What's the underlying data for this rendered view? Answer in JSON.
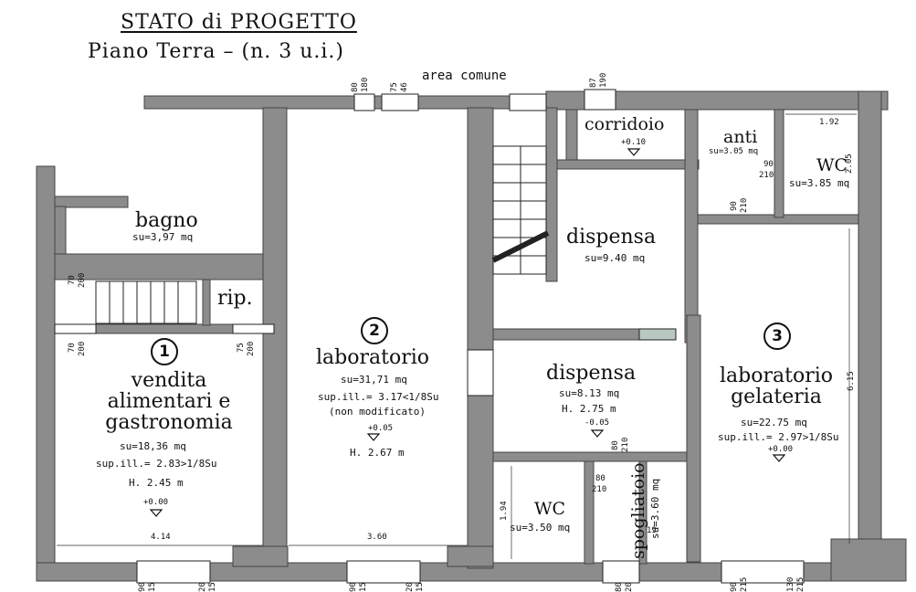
{
  "title": "STATO di PROGETTO",
  "subtitle": "Piano Terra – (n. 3 u.i.)",
  "area_comune": "area comune",
  "units": [
    {
      "number": "1",
      "name_lines": [
        "vendita",
        "alimentari e",
        "gastronomia"
      ],
      "su": "su=18,36 mq",
      "sup_ill": "sup.ill.= 2.83>1/8Su",
      "height": "H. 2.45 m",
      "level": "+0.00"
    },
    {
      "number": "2",
      "name_lines": [
        "laboratorio"
      ],
      "su": "su=31,71 mq",
      "sup_ill": "sup.ill.= 3.17<1/8Su",
      "note": "(non modificato)",
      "level": "+0.05",
      "height": "H. 2.67 m"
    },
    {
      "number": "3",
      "name_lines": [
        "laboratorio",
        "gelateria"
      ],
      "su": "su=22.75 mq",
      "sup_ill": "sup.ill.= 2.97>1/8Su",
      "level": "+0.00"
    }
  ],
  "rooms": {
    "bagno": {
      "name": "bagno",
      "su": "su=3,97 mq"
    },
    "rip": {
      "name": "rip."
    },
    "corridoio": {
      "name": "corridoio",
      "level": "+0.10"
    },
    "anti": {
      "name": "anti",
      "su": "su=3.05 mq"
    },
    "wc_top": {
      "name": "WC",
      "su": "su=3.85 mq"
    },
    "dispensa_top": {
      "name": "dispensa",
      "su": "su=9.40 mq"
    },
    "dispensa_mid": {
      "name": "dispensa",
      "su": "su=8.13 mq",
      "height": "H. 2.75 m",
      "level": "-0.05"
    },
    "wc_bottom": {
      "name": "WC",
      "su": "su=3.50 mq"
    },
    "spogliatoio": {
      "name": "spogliatoio",
      "su": "su=3.60 mq"
    }
  },
  "dimensions": {
    "d414": "4.14",
    "d360": "3.60",
    "d192": "1.92",
    "d205": "2.05",
    "d615": "6.15",
    "d194": "1.94",
    "d19": "19"
  },
  "openings": {
    "top_80": "80",
    "top_180": "180",
    "top_75": "75",
    "top_46": "46",
    "top_87": "87",
    "top_190": "190",
    "w1_70": "70",
    "w1_200": "200",
    "w2_70": "70",
    "w2_200": "200",
    "w3_75": "75",
    "w3_200": "200",
    "anti_90": "90",
    "anti_210": "210",
    "disp_90": "90",
    "disp_210": "210",
    "sp_80": "80",
    "sp_210": "210",
    "sp2_80": "80",
    "sp2_210": "210",
    "b1_90": "90",
    "b1_15": "15",
    "b2_20": "20",
    "b2_15": "15",
    "b3_90": "90",
    "b3_15": "15",
    "b4_20": "20",
    "b4_15": "15",
    "b5_80": "80",
    "b5_20": "20",
    "b6_90": "90",
    "b6_215": "215",
    "b7_130": "130",
    "b7_215": "215"
  },
  "colors": {
    "wall": "#8c8c8c",
    "wall_edge": "#444444",
    "ink": "#111111",
    "door": "#2a2a2a"
  }
}
